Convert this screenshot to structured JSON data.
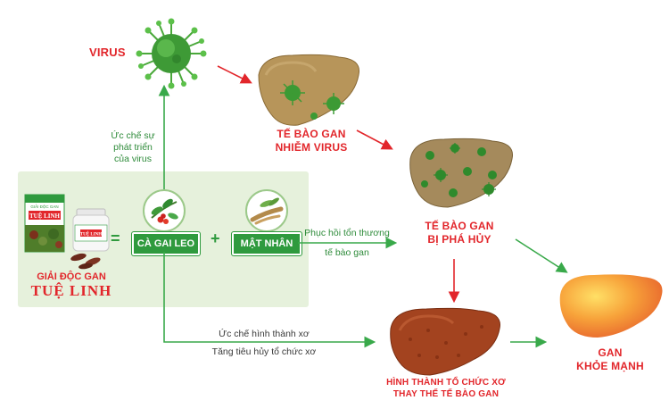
{
  "labels": {
    "virus": "VIRUS",
    "infected_line1": "TẾ BÀO GAN",
    "infected_line2": "NHIỄM VIRUS",
    "destroyed_line1": "TẾ BÀO GAN",
    "destroyed_line2": "BỊ PHÁ HỦY",
    "fibrosis_line1": "HÌNH THÀNH TỔ CHỨC XƠ",
    "fibrosis_line2": "THAY THẾ TẾ BÀO GAN",
    "healthy_line1": "GAN",
    "healthy_line2": "KHỎE MẠNH"
  },
  "notes": {
    "inhibit_virus_1": "Ức chế sự",
    "inhibit_virus_2": "phát triển",
    "inhibit_virus_3": "của virus",
    "restore_1": "Phục hồi tổn thương",
    "restore_2": "tế bào gan",
    "fibrosis_1": "Ức chế hình thành xơ",
    "fibrosis_2": "Tăng tiêu hủy tổ chức xơ"
  },
  "product": {
    "caption": "GIẢI ĐỘC GAN",
    "brand": "TUỆ LINH",
    "box_text": "TUỆ LINH",
    "box_top_text": "GIẢI ĐỘC GAN"
  },
  "formula": {
    "equals": "=",
    "plus": "+",
    "herb1": "CÀ GAI LEO",
    "herb2": "MẬT NHÂN"
  },
  "colors": {
    "arrow_red": "#e2262b",
    "arrow_green": "#39a94a",
    "label_red": "#e2262b",
    "panel_bg": "#e6f1dc",
    "herb_button": "#2f9a3e"
  }
}
